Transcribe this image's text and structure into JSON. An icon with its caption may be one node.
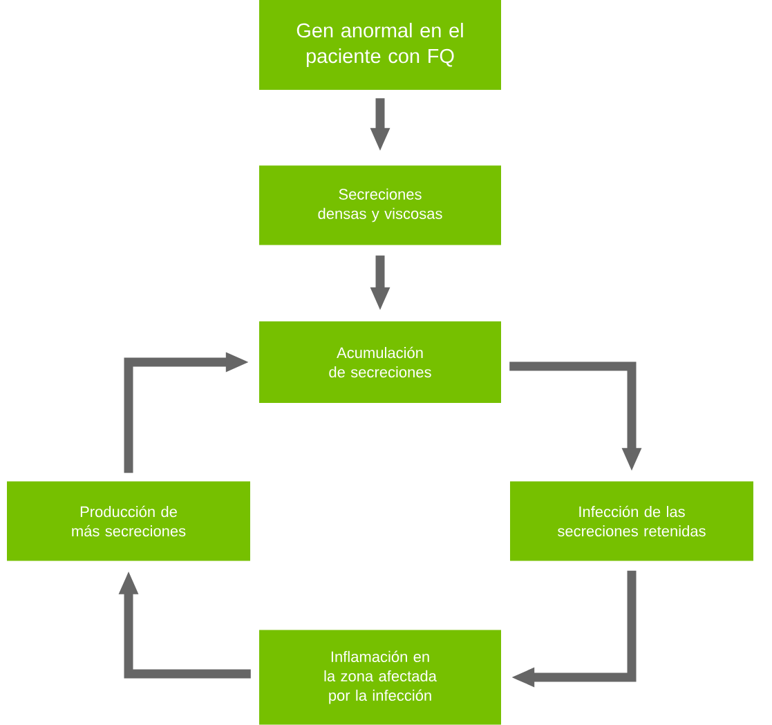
{
  "diagram": {
    "nodes": [
      {
        "text": [
          "Gen anormal en el paciente con FQ"
        ]
      },
      {
        "text": [
          "Secreciones densas y viscosas"
        ]
      },
      {
        "text": [
          "Acumulación de secreciones"
        ]
      },
      {
        "text": [
          "Infección de las secreciones retenidas"
        ]
      },
      {
        "text": [
          "Inflamación en la zona afectada por la infección"
        ]
      },
      {
        "text": [
          "Producción de más secreciones"
        ]
      }
    ],
    "edges": [
      {
        "from": 0,
        "to": 1,
        "arrow": "to"
      },
      {
        "from": 1,
        "to": 2,
        "arrow": "to"
      },
      {
        "from": 2,
        "to": 3,
        "arrow": "to"
      },
      {
        "from": 3,
        "to": 4,
        "arrow": "to"
      },
      {
        "from": 4,
        "to": 5,
        "arrow": "to"
      },
      {
        "from": 5,
        "to": 2,
        "arrow": "to"
      }
    ]
  }
}
